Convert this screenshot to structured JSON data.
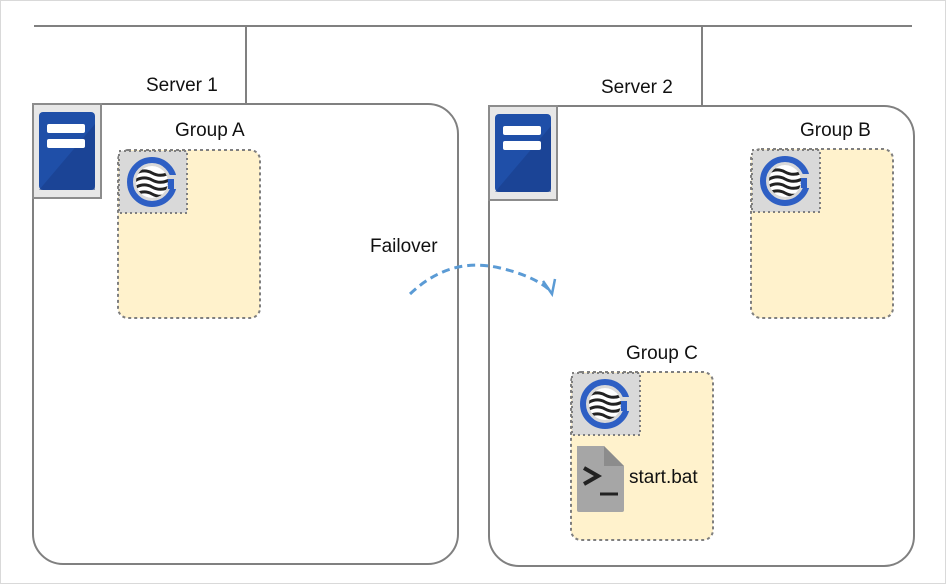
{
  "servers": [
    {
      "label": "Server 1"
    },
    {
      "label": "Server 2"
    }
  ],
  "groups": [
    {
      "label": "Group A",
      "icon": "group-resource-icon"
    },
    {
      "label": "Group B",
      "icon": "group-resource-icon"
    },
    {
      "label": "Group C",
      "icon": "group-resource-icon",
      "resource": {
        "label": "start.bat",
        "icon": "script-icon"
      }
    }
  ],
  "failover": {
    "label": "Failover"
  },
  "colors": {
    "server_border": "#808080",
    "group_fill": "#fff2cc",
    "group_border": "#7f7f7f",
    "server_icon": "#1f4fa8",
    "arrow": "#5b9bd5",
    "g_logo": "#2e5fc4"
  }
}
